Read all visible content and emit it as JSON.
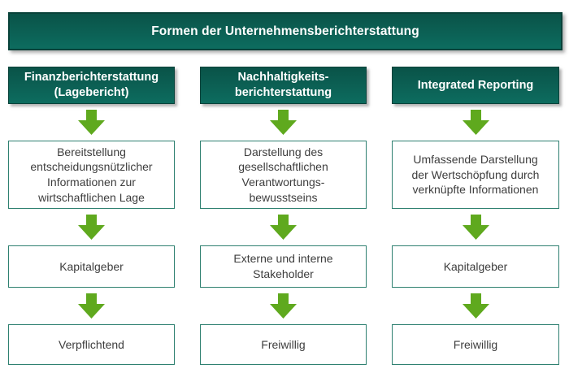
{
  "title": {
    "label": "Formen der Unternehmensberichterstattung"
  },
  "colors": {
    "header_gradient_top": "#0a5348",
    "header_gradient_bottom": "#0d6c5f",
    "header_border": "#09423a",
    "header_text": "#ffffff",
    "box_border": "#2e8070",
    "arrow_green": "#5fa91e",
    "text_dark": "#3d3d3d"
  },
  "columns": [
    {
      "header": "Finanzberichterstattung\n(Lagebericht)",
      "purpose": "Bereitstellung\nentscheidungsnützlicher\nInformationen zur\nwirtschaftlichen Lage",
      "audience": "Kapitalgeber",
      "obligation": "Verpflichtend"
    },
    {
      "header": "Nachhaltigkeits-\nberichterstattung",
      "purpose": "Darstellung des\ngesellschaftlichen\nVerantwortungs-\nbewusstseins",
      "audience": "Externe und interne\nStakeholder",
      "obligation": "Freiwillig"
    },
    {
      "header": "Integrated Reporting",
      "purpose": "Umfassende Darstellung\nder Wertschöpfung durch\nverknüpfte Informationen",
      "audience": "Kapitalgeber",
      "obligation": "Freiwillig"
    }
  ]
}
